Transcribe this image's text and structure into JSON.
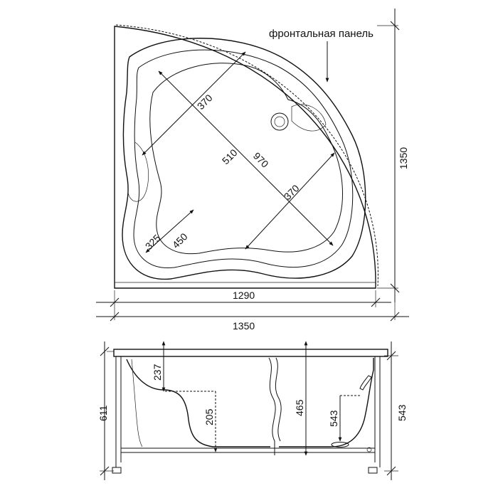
{
  "annotations": {
    "front_panel": "фронтальная панель"
  },
  "top_view": {
    "dims": {
      "height_right": "1350",
      "diag_370_upper": "370",
      "diag_510": "510",
      "diag_970": "970",
      "diag_370_lower": "370",
      "diag_325": "325",
      "diag_450": "450",
      "width_1290": "1290",
      "width_1350": "1350"
    }
  },
  "side_view": {
    "dims": {
      "total_height_left": "611",
      "seat_depth": "237",
      "seat_height": "205",
      "inner_depth": "465",
      "drain_height": "543",
      "total_height_right": "543"
    }
  }
}
